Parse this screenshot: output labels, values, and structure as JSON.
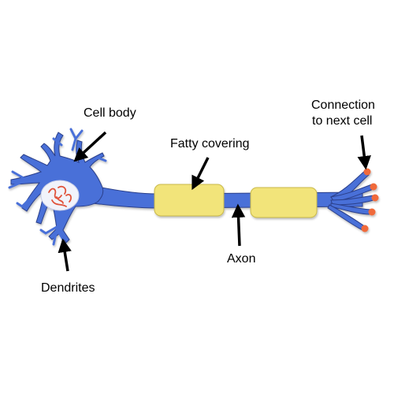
{
  "diagram": {
    "subject": "neuron",
    "labels": {
      "cell_body": "Cell body",
      "fatty_covering": "Fatty covering",
      "connection_line1": "Connection",
      "connection_line2": "to next cell",
      "axon": "Axon",
      "dendrites": "Dendrites"
    },
    "colors": {
      "cell_fill": "#4a6fd8",
      "cell_outline": "#2a3f8a",
      "nucleus_fill": "#f1f3fb",
      "chromatin": "#e0533b",
      "myelin_fill": "#f2e47a",
      "myelin_outline": "#c9b94a",
      "terminal_tip": "#f06a3a",
      "arrow": "#000000"
    },
    "icons": {
      "cell_body": "neuron-cell-body-icon",
      "myelin": "myelin-sheath-icon",
      "terminal": "axon-terminal-icon"
    }
  }
}
